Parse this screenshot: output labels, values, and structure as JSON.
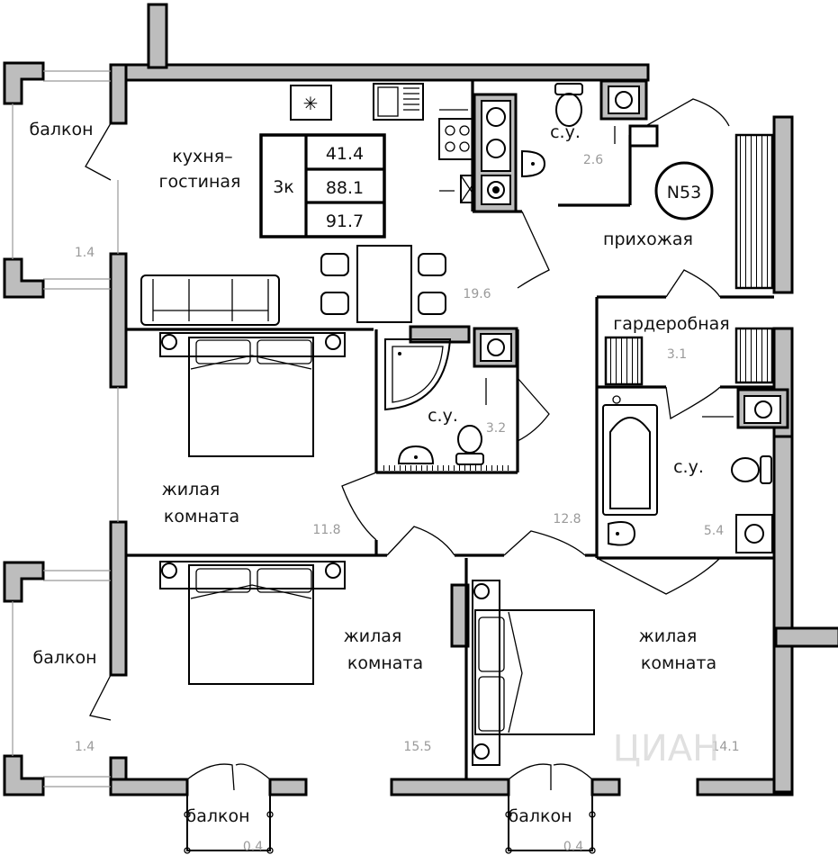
{
  "unit": {
    "number": "N53",
    "rooms": "3к",
    "areas": [
      "41.4",
      "88.1",
      "91.7"
    ]
  },
  "rooms": {
    "kitchen": {
      "label_line1": "кухня–",
      "label_line2": "гостиная",
      "area": "19.6"
    },
    "hall": {
      "label": "прихожая",
      "area": "12.8"
    },
    "wardrobe": {
      "label": "гардеробная",
      "area": "3.1"
    },
    "bath_top": {
      "label": "с.у.",
      "area": "2.6"
    },
    "bath_mid": {
      "label": "с.у.",
      "area": "3.2"
    },
    "bath_right": {
      "label": "с.у.",
      "area": "5.4"
    },
    "bedroom1": {
      "label_line1": "жилая",
      "label_line2": "комната",
      "area": "11.8"
    },
    "bedroom2": {
      "label_line1": "жилая",
      "label_line2": "комната",
      "area": "15.5"
    },
    "bedroom3": {
      "label_line1": "жилая",
      "label_line2": "комната",
      "area": "14.1"
    }
  },
  "balconies": {
    "top_left": {
      "label": "балкон",
      "area": "1.4"
    },
    "bottom_left": {
      "label": "балкон",
      "area": "1.4"
    },
    "bottom_mid": {
      "label": "балкон",
      "area": "0.4"
    },
    "bottom_right": {
      "label": "балкон",
      "area": "0.4"
    }
  },
  "watermark": "ЦИАН",
  "colors": {
    "wall_fill": "#bdbdbd",
    "line": "#000000",
    "area_text": "#9a9a9a"
  }
}
